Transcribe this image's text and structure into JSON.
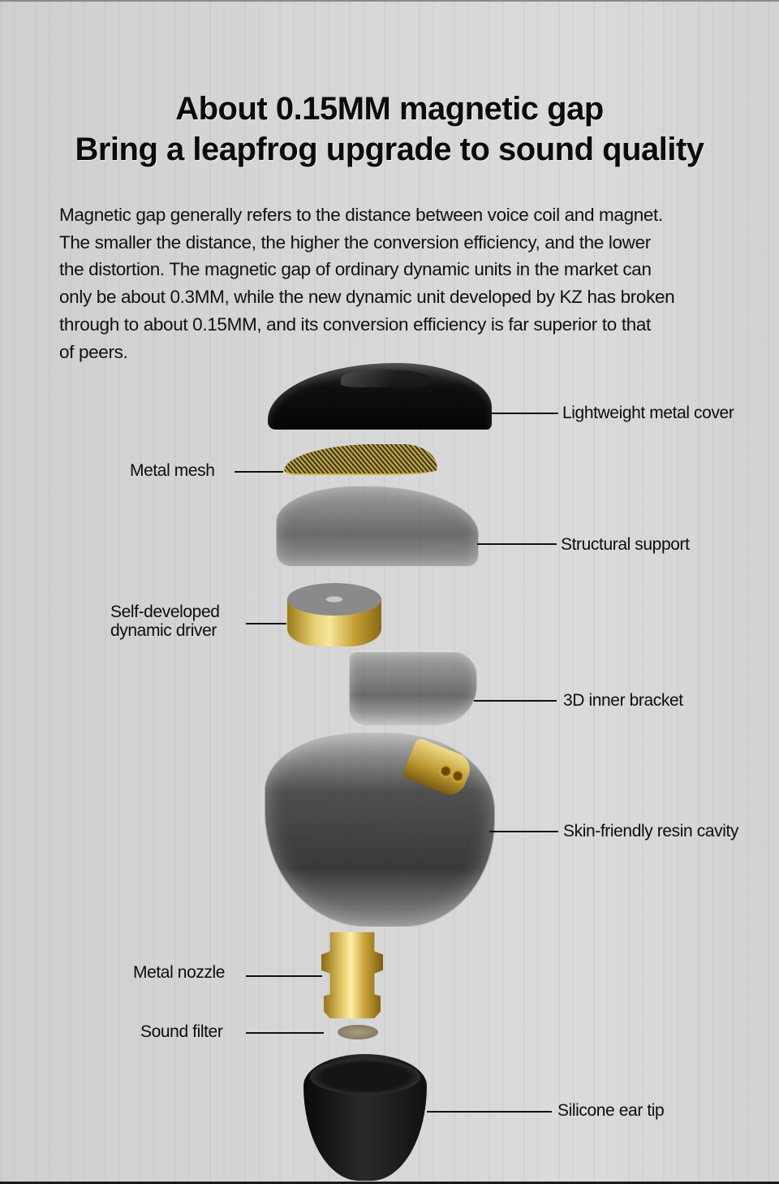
{
  "headline": {
    "line1": "About 0.15MM magnetic gap",
    "line2": "Bring a leapfrog upgrade to sound quality"
  },
  "intro": {
    "lines": [
      "Magnetic gap generally refers to the distance between voice coil and magnet.",
      "The smaller the distance, the higher the conversion efficiency, and the lower",
      "the distortion. The magnetic gap of ordinary dynamic units in the market can",
      "only be about 0.3MM, while the new dynamic unit developed by KZ has broken",
      "through to about 0.15MM, and its conversion efficiency is far superior to that",
      "of peers."
    ]
  },
  "components": [
    {
      "id": "cover",
      "label": "Lightweight metal cover",
      "side": "right"
    },
    {
      "id": "mesh",
      "label": "Metal mesh",
      "side": "left"
    },
    {
      "id": "support",
      "label": "Structural support",
      "side": "right"
    },
    {
      "id": "driver",
      "label_line1": "Self-developed",
      "label_line2": "dynamic driver",
      "side": "left"
    },
    {
      "id": "bracket",
      "label": "3D inner bracket",
      "side": "right"
    },
    {
      "id": "cavity",
      "label": "Skin-friendly resin cavity",
      "side": "right"
    },
    {
      "id": "nozzle",
      "label": "Metal nozzle",
      "side": "left"
    },
    {
      "id": "filter",
      "label": "Sound filter",
      "side": "left"
    },
    {
      "id": "eartip",
      "label": "Silicone ear tip",
      "side": "right"
    }
  ],
  "colors": {
    "background": "#d5d5d5",
    "text": "#0c0c0c",
    "gold": "#d4b24a",
    "black_part": "#0a0a0a"
  }
}
